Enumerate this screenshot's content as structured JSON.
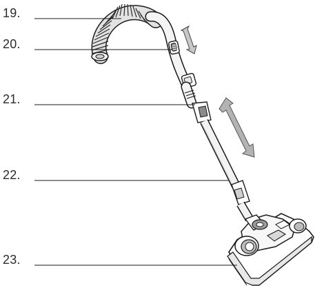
{
  "callouts": [
    {
      "label": "19.",
      "part": "hose"
    },
    {
      "label": "20.",
      "part": "suction-regulator"
    },
    {
      "label": "21.",
      "part": "tube-release-button"
    },
    {
      "label": "22.",
      "part": "telescopic-tube"
    },
    {
      "label": "23.",
      "part": "floor-nozzle"
    }
  ],
  "colors": {
    "line": "#1a1a1a",
    "arrow_fill": "#b3b3b3",
    "arrow_stroke": "#555555",
    "hose_fill": "#cfcfcf",
    "outline": "#1a1a1a"
  }
}
